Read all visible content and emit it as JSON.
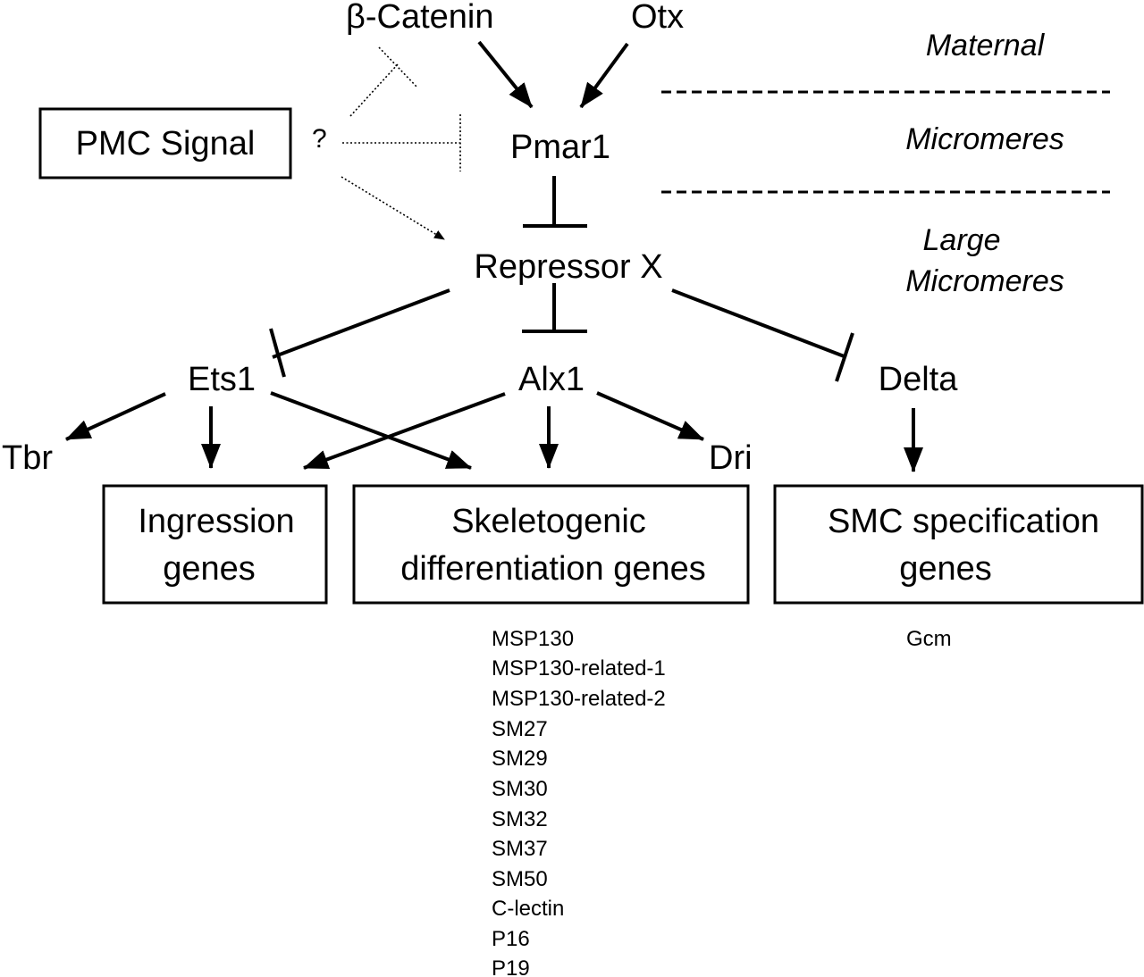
{
  "nodes": {
    "beta_catenin": "β-Catenin",
    "otx": "Otx",
    "pmc_signal": "PMC Signal",
    "question": "?",
    "pmar1": "Pmar1",
    "repressor_x": "Repressor X",
    "ets1": "Ets1",
    "alx1": "Alx1",
    "delta": "Delta",
    "tbr": "Tbr",
    "dri": "Dri"
  },
  "stages": {
    "maternal": "Maternal",
    "micromeres": "Micromeres",
    "large_line1": "Large",
    "large_line2": "Micromeres"
  },
  "boxes": {
    "ingression": {
      "line1": "Ingression",
      "line2": "genes"
    },
    "skeletogenic": {
      "line1": "Skeletogenic",
      "line2": "differentiation genes"
    },
    "smc": {
      "line1": "SMC specification",
      "line2": "genes"
    }
  },
  "skeletogenic_genes": [
    "MSP130",
    "MSP130-related-1",
    "MSP130-related-2",
    "SM27",
    "SM29",
    "SM30",
    "SM32",
    "SM37",
    "SM50",
    "C-lectin",
    "P16",
    "P19"
  ],
  "smc_genes": [
    "Gcm"
  ]
}
